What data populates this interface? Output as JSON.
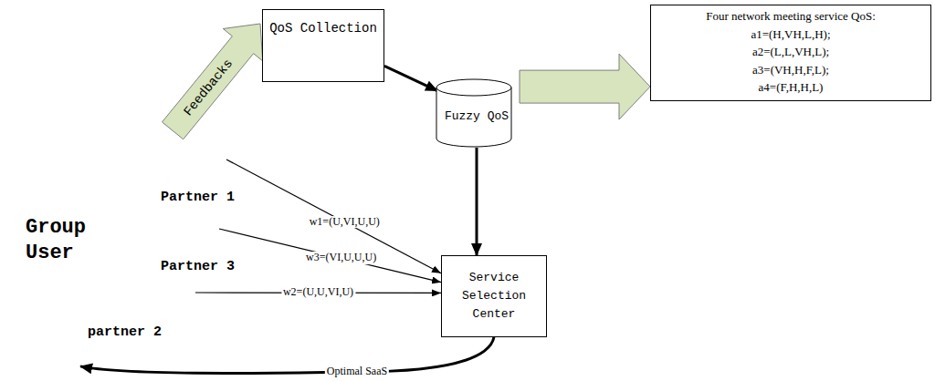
{
  "diagram": {
    "nodes": [
      {
        "text": [
          "QoS Collection"
        ]
      },
      {
        "text": [
          "Fuzzy QoS"
        ]
      },
      {
        "text": [
          "Four network meeting service QoS:",
          "a1=(H,VH,L,H);",
          "a2=(L,L,VH,L);",
          "a3=(VH,H,F,L);",
          "a4=(F,H,H,L)"
        ]
      },
      {
        "text": [
          "Group User"
        ]
      },
      {
        "text": [
          "Partner 1"
        ],
        "in": 3
      },
      {
        "text": [
          "Partner 3"
        ],
        "in": 3
      },
      {
        "text": [
          "partner 2"
        ],
        "in": 3
      },
      {
        "text": [
          "Service Selection Center"
        ]
      }
    ],
    "edges": [
      {
        "from": 3,
        "to": 0,
        "label": "Feedbacks",
        "arrow": "to"
      },
      {
        "from": 0,
        "to": 1,
        "arrow": "to"
      },
      {
        "from": 1,
        "to": 2,
        "arrow": "to"
      },
      {
        "from": 1,
        "to": 7,
        "arrow": "to"
      },
      {
        "from": 4,
        "to": 7,
        "label": "w1=(U,VI,U,U)",
        "arrow": "to"
      },
      {
        "from": 5,
        "to": 7,
        "label": "w3=(VI,U,U,U)",
        "arrow": "to"
      },
      {
        "from": 6,
        "to": 7,
        "label": "w2=(U,U,VI,U)",
        "arrow": "to"
      },
      {
        "from": 7,
        "to": 3,
        "label": "Optimal SaaS",
        "arrow": "to"
      }
    ]
  }
}
